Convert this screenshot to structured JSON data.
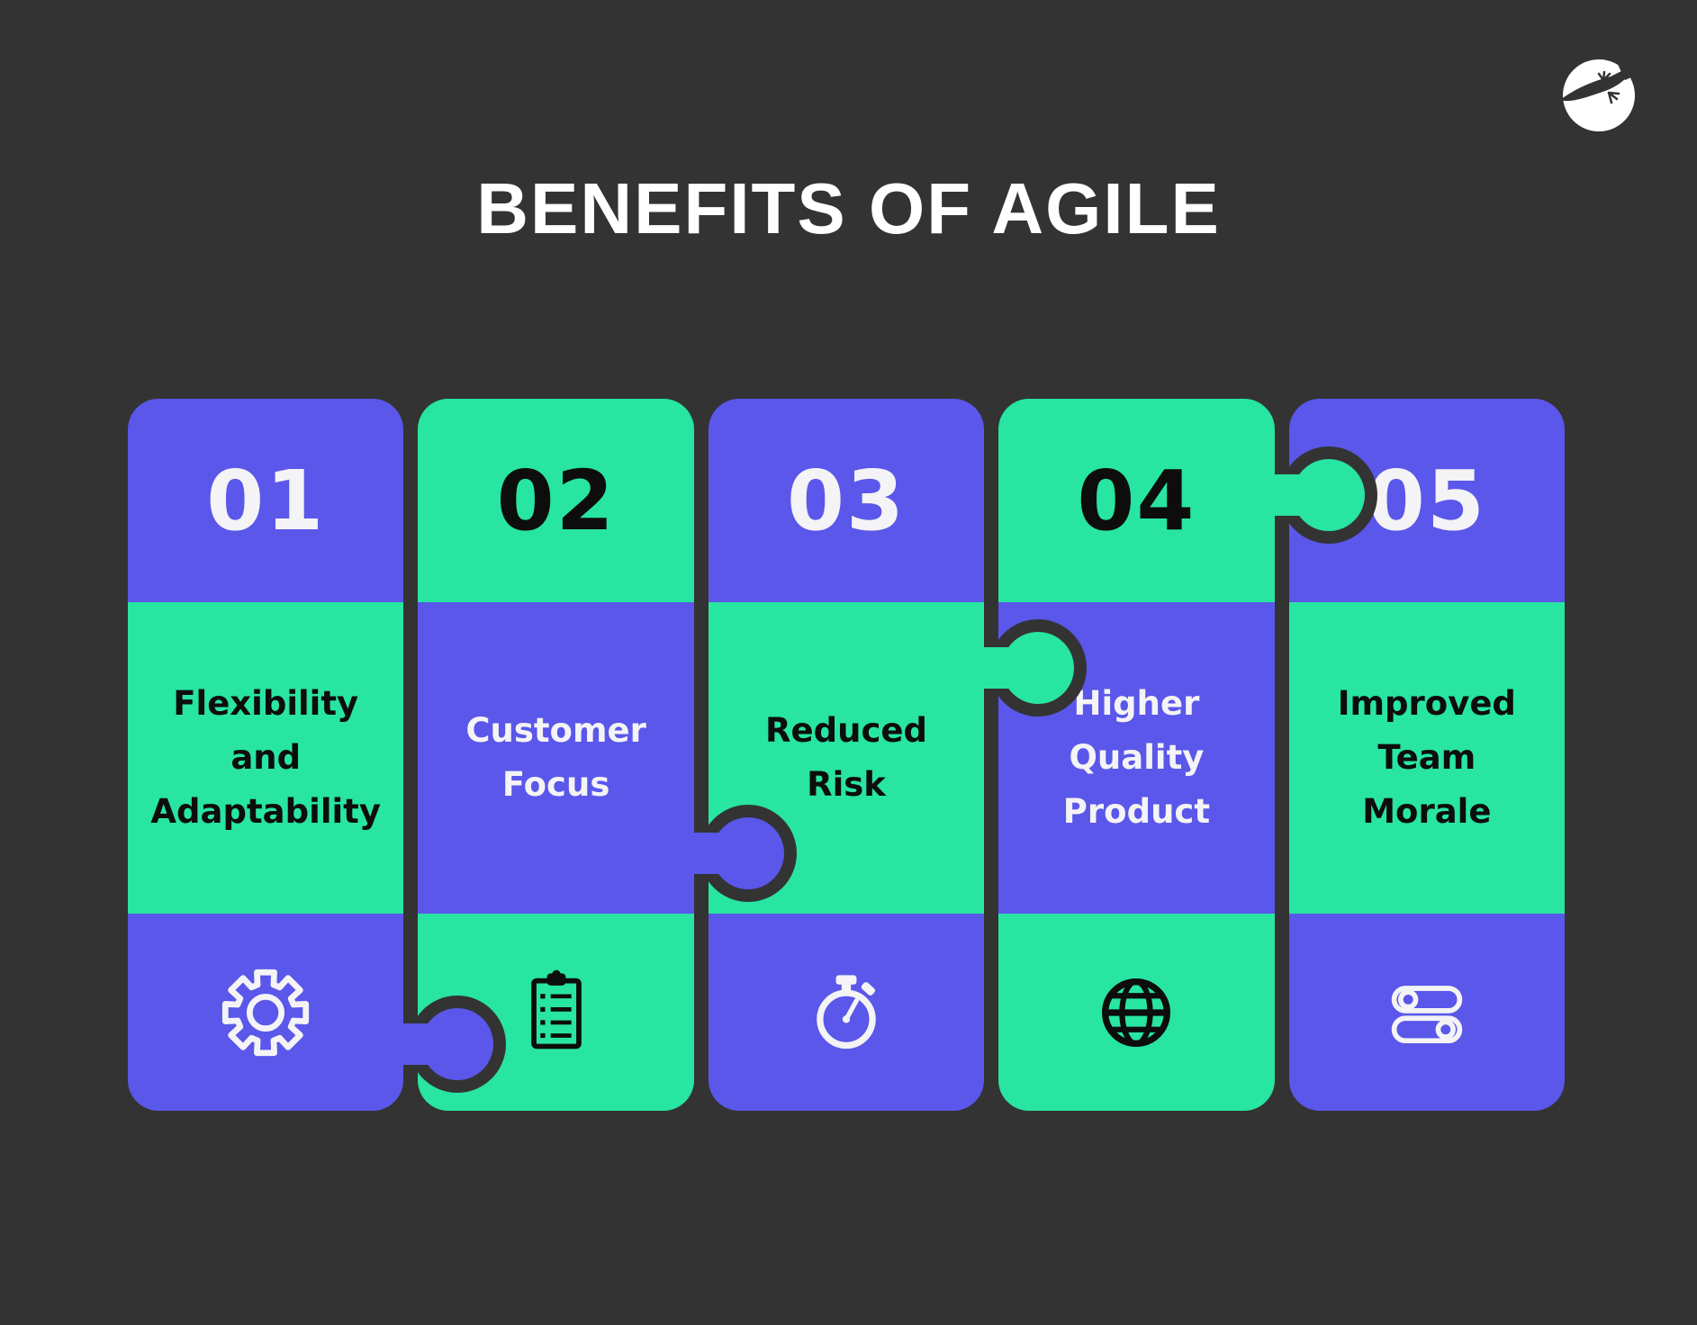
{
  "colors": {
    "background": "#333333",
    "purple": "#5a57ea",
    "green": "#28e5a1",
    "light_text": "#f4f3f6",
    "dark_text": "#0d0d0d",
    "title_text": "#ffffff",
    "logo_circle": "#ffffff"
  },
  "header": {
    "title": "BENEFITS OF AGILE"
  },
  "logo": {
    "name": "lizard-logo"
  },
  "cards": [
    {
      "number": "01",
      "label": "Flexibility and Adaptability",
      "icon": "gear-icon"
    },
    {
      "number": "02",
      "label": "Customer Focus",
      "icon": "clipboard-icon"
    },
    {
      "number": "03",
      "label": "Reduced Risk",
      "icon": "stopwatch-icon"
    },
    {
      "number": "04",
      "label": "Higher Quality Product",
      "icon": "globe-icon"
    },
    {
      "number": "05",
      "label": "Improved Team Morale",
      "icon": "toggles-icon"
    }
  ]
}
